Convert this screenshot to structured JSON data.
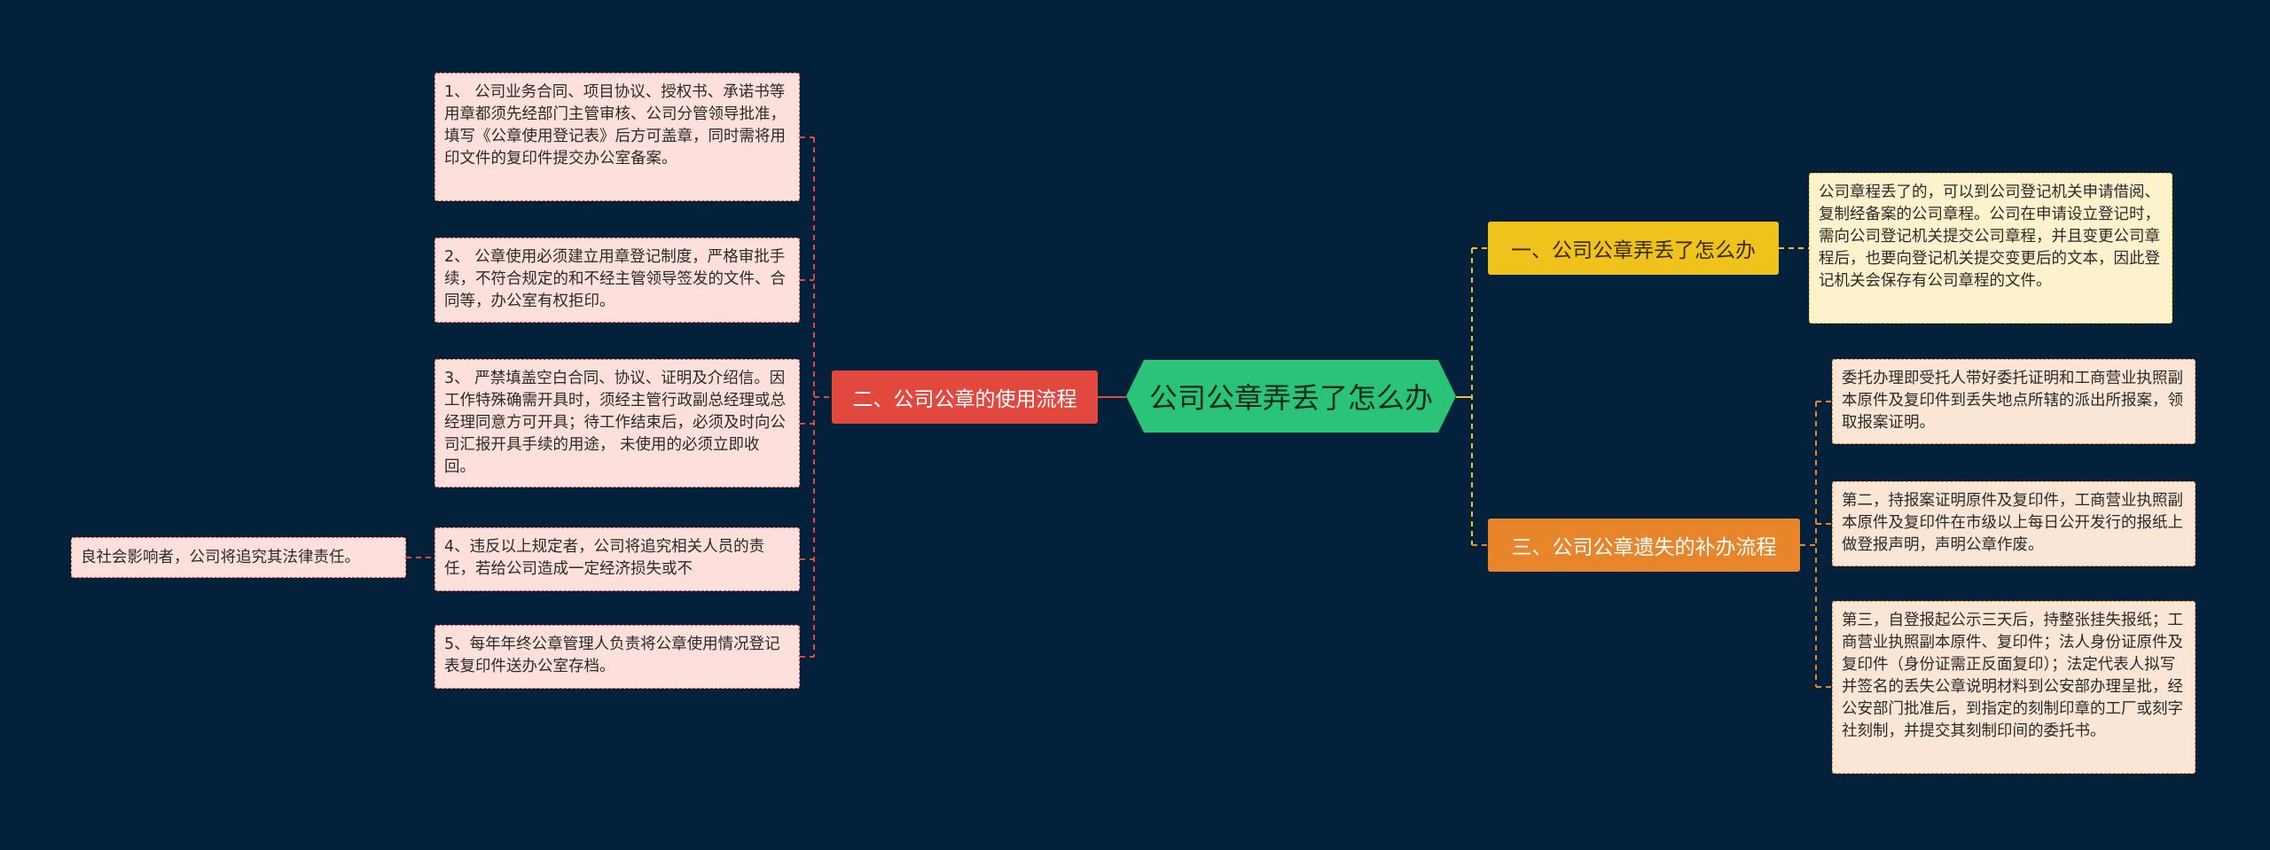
{
  "root": {
    "label": "公司公章弄丢了怎么办"
  },
  "branches": {
    "usage": {
      "label": "二、公司公章的使用流程",
      "color": "#e3483e"
    },
    "lost": {
      "label": "一、公司公章弄丢了怎么办",
      "color": "#efc21c"
    },
    "reissue": {
      "label": "三、公司公章遗失的补办流程",
      "color": "#e8852a"
    }
  },
  "usage_items": [
    "1、 公司业务合同、项目协议、授权书、承诺书等用章都须先经部门主管审核、公司分管领导批准，填写《公章使用登记表》后方可盖章，同时需将用印文件的复印件提交办公室备案。",
    "2、 公章使用必须建立用章登记制度，严格审批手续，不符合规定的和不经主管领导签发的文件、合同等，办公室有权拒印。",
    "3、 严禁填盖空白合同、协议、证明及介绍信。因工作特殊确需开具时，须经主管行政副总经理或总经理同意方可开具；待工作结束后，必须及时向公司汇报开具手续的用途， 未使用的必须立即收回。",
    "4、违反以上规定者，公司将追究相关人员的责任，若给公司造成一定经济损失或不",
    "5、每年年终公章管理人负责将公章使用情况登记表复印件送办公室存档。"
  ],
  "usage_sub_item": "良社会影响者，公司将追究其法律责任。",
  "lost_item": "公司章程丢了的，可以到公司登记机关申请借阅、复制经备案的公司章程。公司在申请设立登记时，需向公司登记机关提交公司章程，并且变更公司章程后，也要向登记机关提交变更后的文本，因此登记机关会保存有公司章程的文件。",
  "reissue_items": [
    "委托办理即受托人带好委托证明和工商营业执照副本原件及复印件到丢失地点所辖的派出所报案，领取报案证明。",
    "第二，持报案证明原件及复印件，工商营业执照副本原件及复印件在市级以上每日公开发行的报纸上做登报声明，声明公章作废。",
    "第三，自登报起公示三天后，持整张挂失报纸；工商营业执照副本原件、复印件；法人身份证原件及复印件（身份证需正反面复印）；法定代表人拟写并签名的丢失公章说明材料到公安部办理呈批，经公安部门批准后，到指定的刻制印章的工厂或刻字社刻制，并提交其刻制印间的委托书。"
  ]
}
